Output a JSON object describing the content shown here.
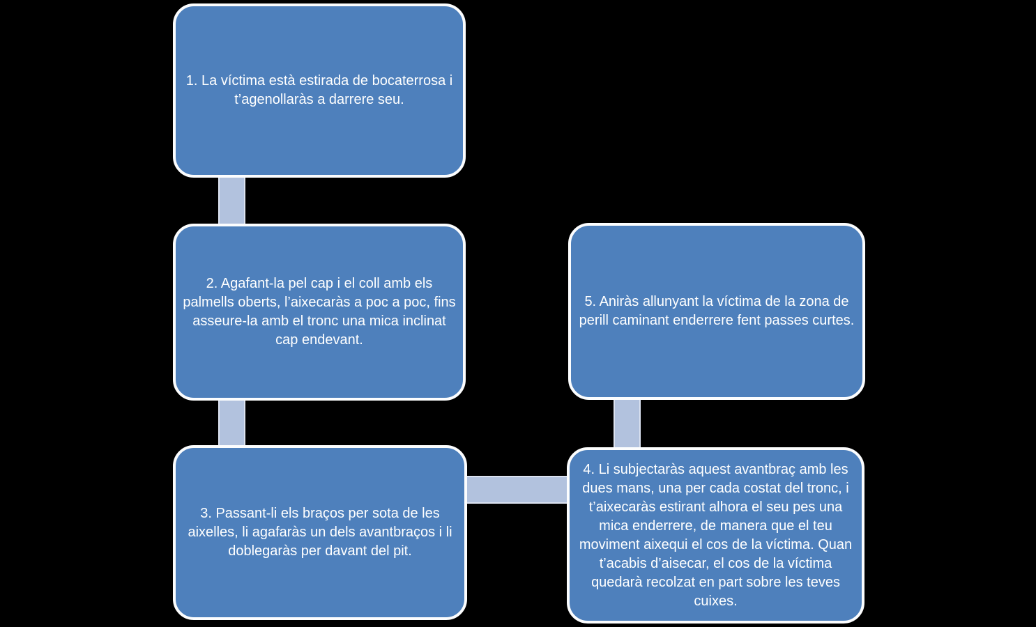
{
  "diagram": {
    "type": "flowchart",
    "language": "Catalan",
    "steps": [
      {
        "id": 1,
        "text": "1. La víctima està estirada de bocaterrosa i t’agenollaràs a darrere seu."
      },
      {
        "id": 2,
        "text": "2. Agafant-la pel cap i el coll amb els palmells oberts, l’aixecaràs a poc a poc, fins asseure-la amb el tronc una mica inclinat cap endevant."
      },
      {
        "id": 3,
        "text": "3. Passant-li els braços per sota de les aixelles, li agafaràs un dels avantbraços i li doblegaràs per davant del pit."
      },
      {
        "id": 4,
        "text": "4. Li subjectaràs aquest avantbraç amb les dues mans, una per cada costat del tronc, i t’aixecaràs estirant alhora el seu pes una mica enderrere, de manera que el teu moviment aixequi el cos de la víctima. Quan t’acabis d’aisecar, el cos de la víctima quedarà recolzat en part sobre les teves cuixes."
      },
      {
        "id": 5,
        "text": "5. Aniràs allunyant la víctima de la zona de perill caminant enderrere fent passes curtes."
      }
    ],
    "connections": [
      {
        "from": 1,
        "to": 2,
        "direction": "vertical"
      },
      {
        "from": 2,
        "to": 3,
        "direction": "vertical"
      },
      {
        "from": 3,
        "to": 4,
        "direction": "horizontal"
      },
      {
        "from": 4,
        "to": 5,
        "direction": "vertical"
      }
    ]
  },
  "colors": {
    "background": "#000000",
    "box_fill": "#4e80bc",
    "box_border": "#fcfdfe",
    "connector_fill": "#b2c2de",
    "connector_edge": "#dce3f1",
    "text": "#ffffff"
  }
}
